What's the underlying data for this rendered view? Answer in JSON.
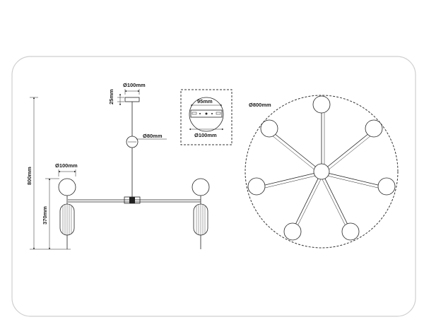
{
  "dimensions": {
    "canopy_diameter": "Ø100mm",
    "canopy_height": "25mm",
    "center_ball_diameter": "Ø80mm",
    "shade_diameter": "Ø100mm",
    "overall_height": "800mm",
    "arm_drop_height": "370mm",
    "mount_width": "95mm",
    "mount_diameter": "Ø100mm",
    "overall_diameter": "Ø800mm"
  },
  "colors": {
    "line": "#222222",
    "frame": "#d9d9d9"
  }
}
